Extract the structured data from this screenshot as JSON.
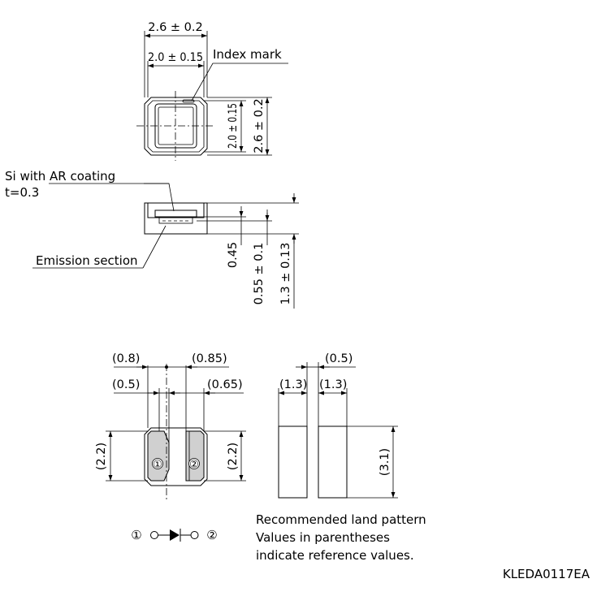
{
  "top_view": {
    "dim_width_outer": "2.6 ± 0.2",
    "dim_width_inner": "2.0 ± 0.15",
    "index_mark": "Index mark",
    "dim_height_inner": "2.0 ± 0.15",
    "dim_height_outer": "2.6 ± 0.2"
  },
  "side_view": {
    "window_label_line1": "Si with AR coating",
    "window_label_line2": "t=0.3",
    "emission_label": "Emission section",
    "dim_a": "0.45",
    "dim_b": "0.55 ± 0.1",
    "dim_c": "1.3 ± 0.13"
  },
  "bottom_view": {
    "dim_08": "(0.8)",
    "dim_085": "(0.85)",
    "dim_05": "(0.5)",
    "dim_065": "(0.65)",
    "dim_22_left": "(2.2)",
    "dim_22_right": "(2.2)",
    "pin1": "①",
    "pin2": "②"
  },
  "land_pattern": {
    "dim_gap": "(0.5)",
    "dim_pad_left": "(1.3)",
    "dim_pad_right": "(1.3)",
    "dim_height": "(3.1)"
  },
  "symbol": {
    "pin1": "①",
    "pin2": "②"
  },
  "notes": {
    "line1": "Recommended land pattern",
    "line2": "Values in parentheses",
    "line3": "indicate reference values."
  },
  "drawing_code": "KLEDA0117EA"
}
